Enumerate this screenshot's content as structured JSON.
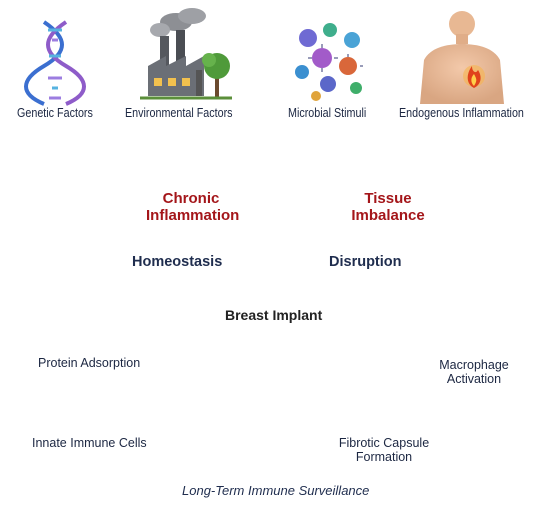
{
  "factors": {
    "genetic": "Genetic Factors",
    "environmental": "Environmental Factors",
    "microbial": "Microbial Stimuli",
    "endogenous": "Endogenous Inflammation"
  },
  "center": {
    "chronic_1": "Chronic",
    "chronic_2": "Inflammation",
    "tissue_1": "Tissue",
    "tissue_2": "Imbalance",
    "homeostasis": "Homeostasis",
    "disruption": "Disruption"
  },
  "implant": {
    "title": "Breast Implant",
    "protein": "Protein Adsorption",
    "macrophage_1": "Macrophage",
    "macrophage_2": "Activation",
    "innate": "Innate Immune Cells",
    "fibrotic_1": "Fibrotic Capsule",
    "fibrotic_2": "Formation"
  },
  "footer": "Long-Term Immune Surveillance",
  "colors": {
    "arrow_blue": "#3a78c2",
    "arrow_red": "#c9302c",
    "text_red": "#a4161a",
    "text_navy": "#1c2742"
  },
  "icons": [
    "dna-icon",
    "factory-icon",
    "microbe-icon",
    "torso-fire-icon",
    "body-silhouette-icon",
    "flame-icon",
    "protein-blobs-icon",
    "macrophage-icon",
    "immune-cells-icon",
    "capsule-icon",
    "implant-icon"
  ]
}
